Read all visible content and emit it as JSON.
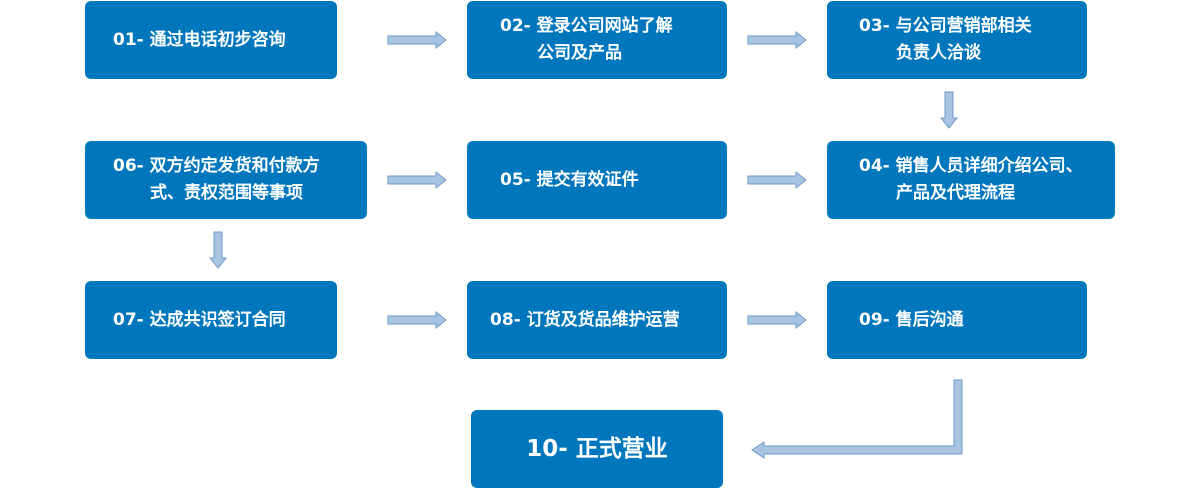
{
  "flow": {
    "steps": [
      {
        "number": "01-",
        "line1": "通过电话初步咨询",
        "line2": ""
      },
      {
        "number": "02-",
        "line1": "登录公司网站了解",
        "line2": "公司及产品"
      },
      {
        "number": "03-",
        "line1": "与公司营销部相关",
        "line2": "负责人洽谈"
      },
      {
        "number": "04-",
        "line1": "销售人员详细介绍公司、",
        "line2": "产品及代理流程"
      },
      {
        "number": "05-",
        "line1": "提交有效证件",
        "line2": ""
      },
      {
        "number": "06-",
        "line1": "双方约定发货和付款方",
        "line2": "式、责权范围等事项"
      },
      {
        "number": "07-",
        "line1": "达成共识签订合同",
        "line2": ""
      },
      {
        "number": "08-",
        "line1": "订货及货品维护运营",
        "line2": ""
      },
      {
        "number": "09-",
        "line1": "售后沟通",
        "line2": ""
      },
      {
        "number": "10-",
        "line1": "正式营业",
        "line2": ""
      }
    ]
  },
  "colors": {
    "box": "#0077bd",
    "text": "#ffffff",
    "arrow_fill": "#a7c4e3",
    "arrow_stroke": "#6f98c6"
  }
}
